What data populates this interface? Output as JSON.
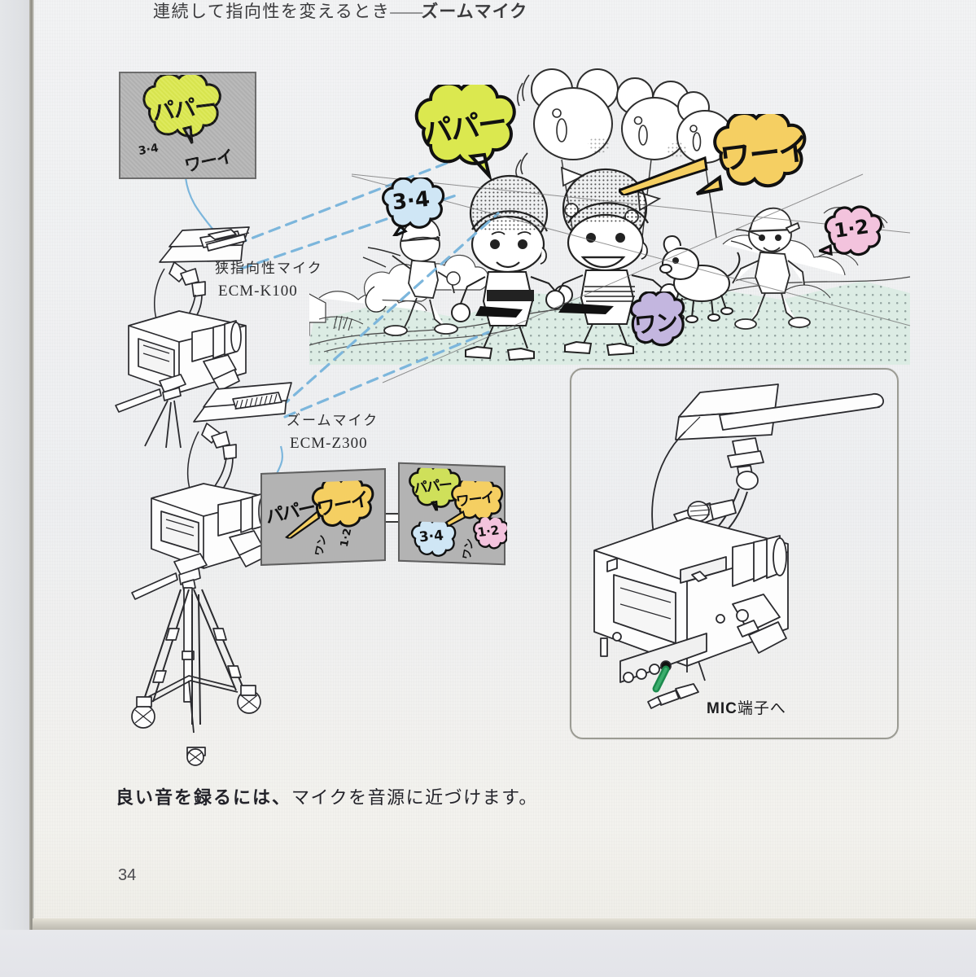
{
  "page": {
    "number": "34",
    "header_jp": "連続して指向性を変えるとき",
    "header_dash": "——",
    "header_bold": "ズームマイク",
    "caption_bold": "良い音を録るには、",
    "caption_rest": "マイクを音源に近づけます。"
  },
  "labels": {
    "mic1_jp": "狭指向性マイク",
    "mic1_model": "ECM-K100",
    "mic2_jp": "ズームマイク",
    "mic2_model": "ECM-Z300",
    "mic_terminal_bold": "MIC",
    "mic_terminal_rest": "端子へ"
  },
  "sounds": {
    "papa": "パパー",
    "wai": "ワーイ",
    "wan": "ワン",
    "three_four": "3·4",
    "one_two": "1·2"
  },
  "colors": {
    "bubble_green": "#dbe84f",
    "bubble_yellow": "#f5cf62",
    "bubble_blue": "#cfe6f5",
    "bubble_pink": "#f3c3dd",
    "bubble_purple": "#c3b6df",
    "panel_gray": "#b3b3b3",
    "photo_bg": "#dedbc8",
    "dash_blue": "#7fb8dd",
    "grass": "#d9ece2",
    "paper": "#f0f1f2",
    "ink": "#1d1d1f"
  },
  "insets": {
    "tv_top_left": {
      "main": "パパー",
      "small_left": "3·4",
      "small_right": "ワーイ"
    },
    "compare_left": {
      "papa": "パパー",
      "wai": "ワーイ",
      "wan": "ワン",
      "one_two": "1·2"
    },
    "compare_right": {
      "papa": "パパー",
      "wai": "ワーイ",
      "three_four": "3·4",
      "wan": "ワン",
      "one_two": "1·2"
    }
  }
}
